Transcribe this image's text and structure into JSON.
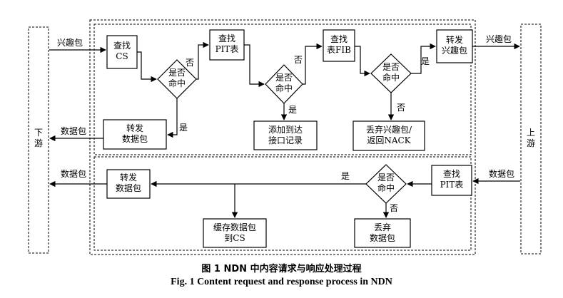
{
  "side_labels": {
    "downstream": "下\n游",
    "upstream": "上\n游"
  },
  "nodes": {
    "check_cs": "查找\nCS",
    "is_hit_1": "是否\n命中",
    "check_pit": "查找\nPIT表",
    "is_hit_2": "是否\n命中",
    "add_iface": "添加到达\n接口记录",
    "check_fib": "查找\n表FIB",
    "is_hit_3": "是否\n命中",
    "forward_interest": "转发\n兴趣包",
    "drop_interest": "丢弃兴趣包/\n返回NACK",
    "forward_data_1": "转发\n数据包",
    "check_pit_2": "查找\nPIT表",
    "is_hit_4": "是否\n命中",
    "forward_data_2": "转发\n数据包",
    "cache_data": "缓存数据包\n到CS",
    "drop_data": "丢弃\n数据包"
  },
  "edge_labels": {
    "interest_in": "兴趣包",
    "interest_out": "兴趣包",
    "data_out_1": "数据包",
    "data_in": "数据包",
    "data_out_2": "数据包",
    "no_1": "否",
    "no_2": "否",
    "no_3": "否",
    "no_4": "否",
    "yes_1": "是",
    "yes_2": "是",
    "yes_3": "是",
    "yes_4": "是"
  },
  "caption": {
    "cn": "图 1    NDN 中内容请求与响应处理过程",
    "en": "Fig. 1    Content request and response process in NDN"
  }
}
